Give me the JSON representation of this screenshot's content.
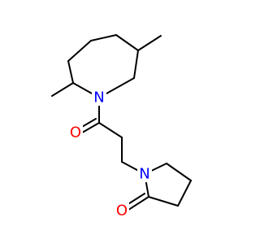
{
  "molecule": {
    "atoms": [
      {
        "id": "N1",
        "label": "N",
        "color": "#0000ff"
      },
      {
        "id": "N2",
        "label": "N",
        "color": "#0000ff"
      },
      {
        "id": "O1",
        "label": "O",
        "color": "#ff0000"
      },
      {
        "id": "O2",
        "label": "O",
        "color": "#ff0000"
      }
    ]
  }
}
